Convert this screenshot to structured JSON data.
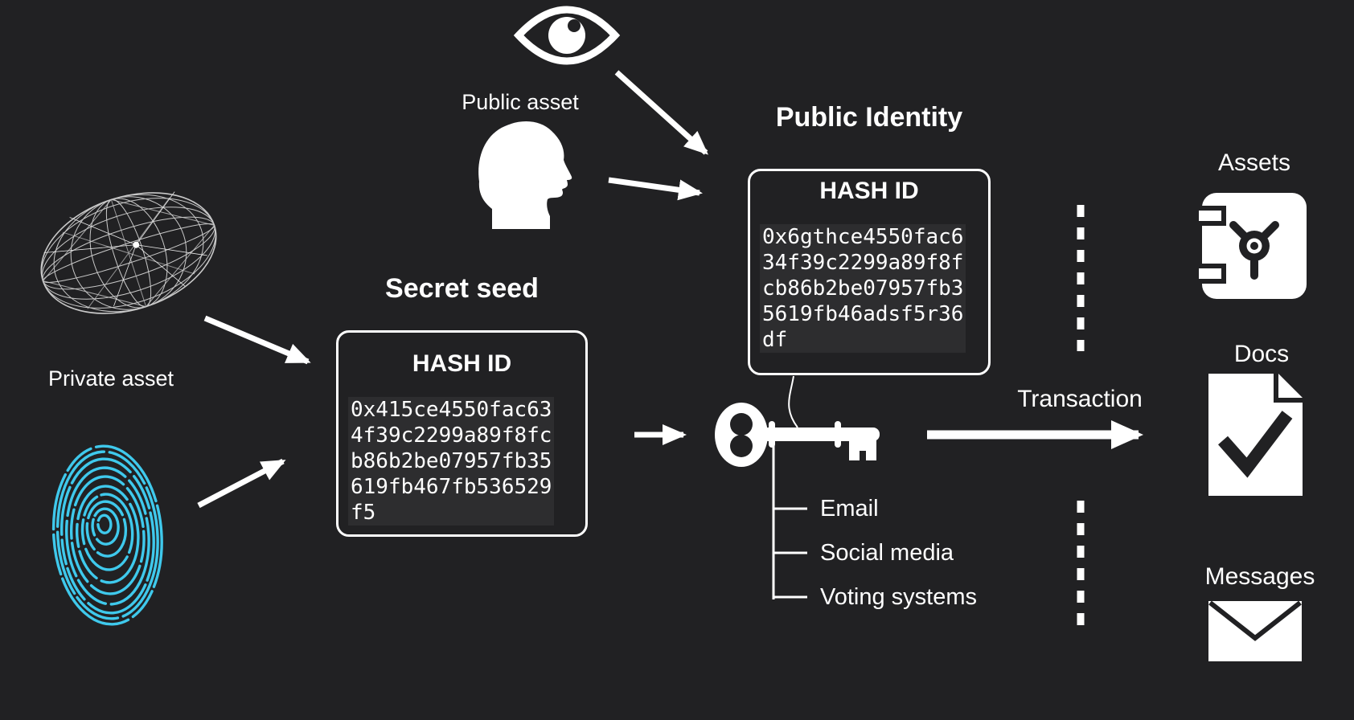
{
  "colors": {
    "background": "#212123",
    "foreground": "#ffffff",
    "fingerprint_cyan": "#3fc9ec"
  },
  "icons": {
    "watcher": "eye-icon",
    "person": "head-profile-icon",
    "private_mesh": "mesh-asset-icon",
    "private_fingerprint": "fingerprint-icon",
    "key": "key-icon",
    "assets": "safe-icon",
    "docs": "doc-check-icon",
    "messages": "envelope-icon"
  },
  "labels": {
    "public_asset": "Public asset",
    "private_asset": "Private asset",
    "transaction": "Transaction"
  },
  "seed": {
    "title": "Secret seed",
    "box_title": "HASH ID",
    "hash_lines": [
      "0x415ce4550fac63",
      "4f39c2299a89f8fc",
      "b86b2be07957fb35",
      "619fb467fb536529",
      "f5"
    ]
  },
  "identity": {
    "title": "Public Identity",
    "box_title": "HASH ID",
    "hash_lines": [
      "0x6gthce4550fac6",
      "34f39c2299a89f8f",
      "cb86b2be07957fb3",
      "5619fb46adsf5r36",
      "df"
    ]
  },
  "key_uses": {
    "items": [
      "Email",
      "Social media",
      "Voting systems"
    ]
  },
  "destinations": [
    {
      "label": "Assets",
      "icon": "safe-icon"
    },
    {
      "label": "Docs",
      "icon": "doc-check-icon"
    },
    {
      "label": "Messages",
      "icon": "envelope-icon"
    }
  ]
}
